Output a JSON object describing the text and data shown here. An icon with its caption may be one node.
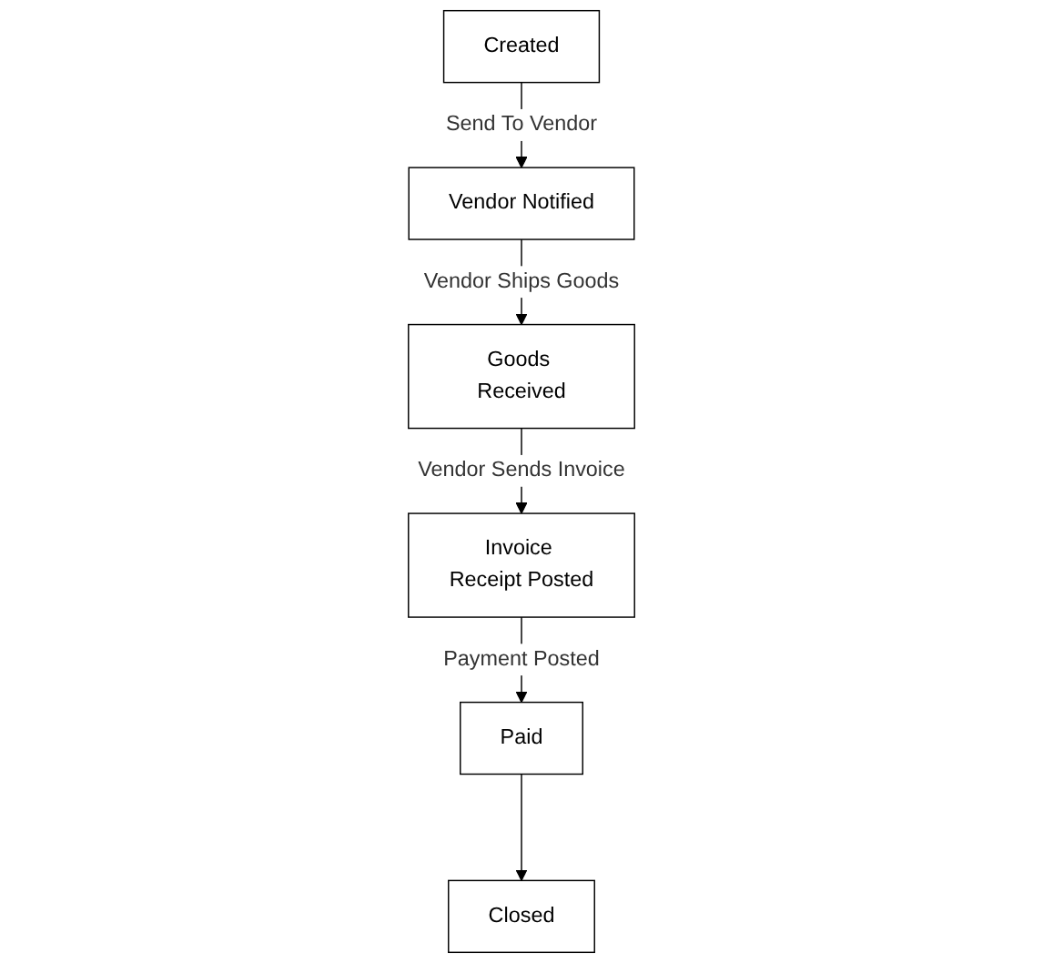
{
  "diagram": {
    "nodes": [
      {
        "text": [
          "Created"
        ]
      },
      {
        "text": [
          "Vendor Notified"
        ]
      },
      {
        "text": [
          "Goods Received"
        ]
      },
      {
        "text": [
          "Invoice Receipt Posted"
        ]
      },
      {
        "text": [
          "Paid"
        ]
      },
      {
        "text": [
          "Closed"
        ]
      }
    ],
    "edges": [
      {
        "from": 0,
        "to": 1,
        "arrow": "to",
        "label": "Send To Vendor"
      },
      {
        "from": 1,
        "to": 2,
        "arrow": "to",
        "label": "Vendor Ships Goods"
      },
      {
        "from": 2,
        "to": 3,
        "arrow": "to",
        "label": "Vendor Sends Invoice"
      },
      {
        "from": 3,
        "to": 4,
        "arrow": "to",
        "label": "Payment Posted"
      },
      {
        "from": 4,
        "to": 5,
        "arrow": "to"
      }
    ]
  }
}
